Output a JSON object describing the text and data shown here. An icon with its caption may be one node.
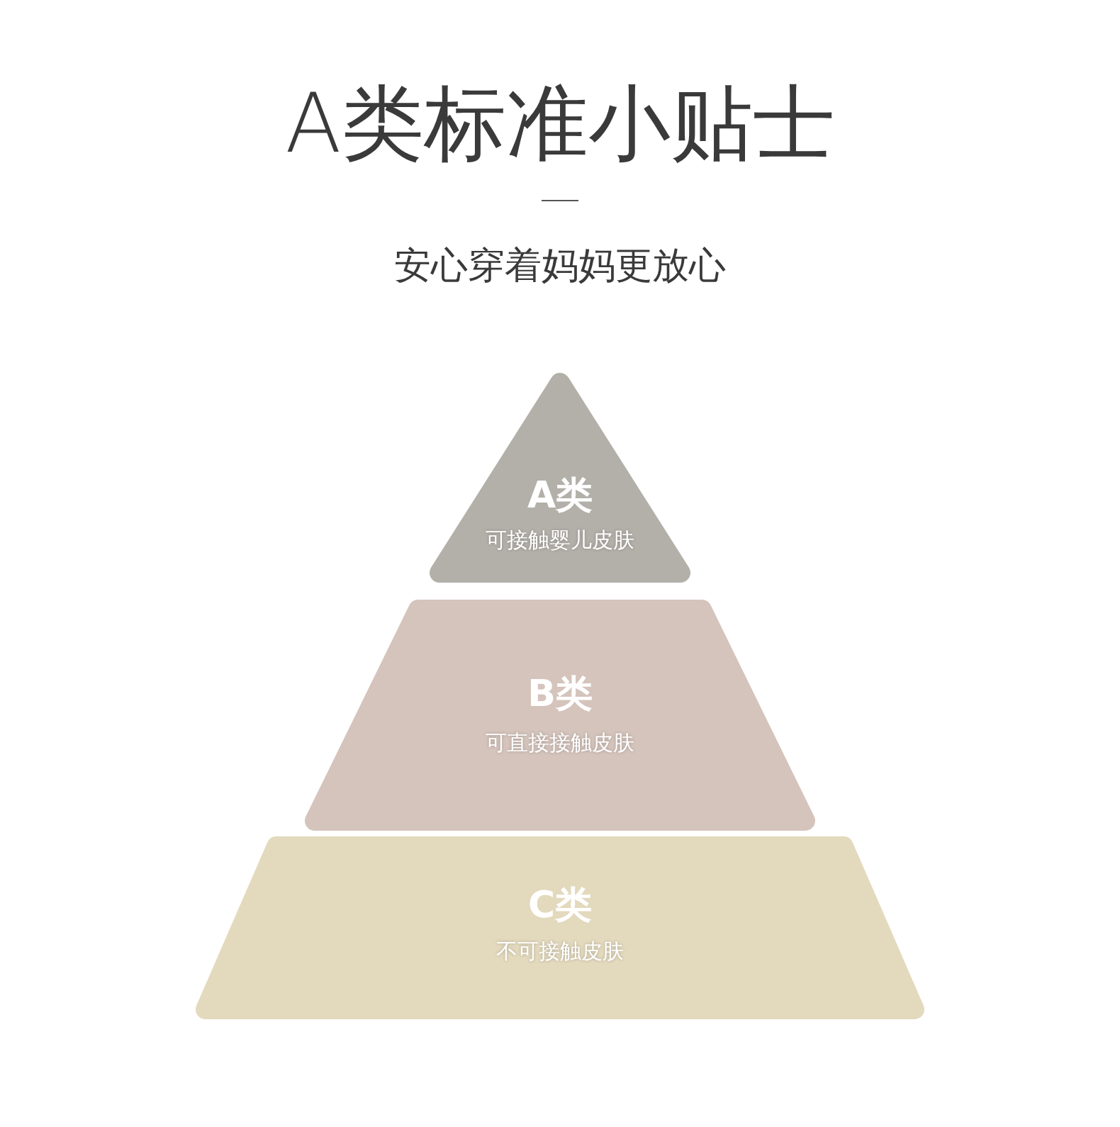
{
  "diagram": {
    "title": "A类标准小贴士",
    "nodes": [
      {
        "text": [
          "A类",
          "可接触婴儿皮肤"
        ]
      },
      {
        "text": [
          "B类",
          "可直接接触皮肤"
        ]
      },
      {
        "text": [
          "C类",
          "不可接触皮肤"
        ]
      }
    ],
    "labels": [
      "安心穿着妈妈更放心"
    ]
  }
}
